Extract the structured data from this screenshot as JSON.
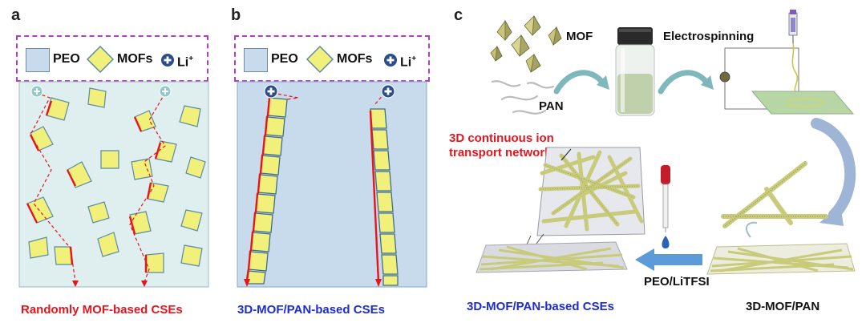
{
  "panels": {
    "a": {
      "letter": "a",
      "legend": {
        "peo": "PEO",
        "mofs": "MOFs",
        "li": "Li",
        "li_sup": "+"
      },
      "caption": "Randomly MOF-based CSEs"
    },
    "b": {
      "letter": "b",
      "legend": {
        "peo": "PEO",
        "mofs": "MOFs",
        "li": "Li",
        "li_sup": "+"
      },
      "caption": "3D-MOF/PAN-based CSEs"
    },
    "c": {
      "letter": "c",
      "labels": {
        "mof": "MOF",
        "pan": "PAN",
        "electrospinning": "Electrospinning",
        "network_line1": "3D continuous ion",
        "network_line2": "transport network",
        "peo_litfsi": "PEO/LiTFSI",
        "caption_left": "3D-MOF/PAN-based CSEs",
        "caption_right": "3D-MOF/PAN"
      }
    }
  },
  "colors": {
    "peo_fill": "#c8dbec",
    "peo_fill_light": "#dfeeee",
    "mof_fill": "#f1f07a",
    "mof_stroke": "#5a8aa6",
    "li_ion": "#2d4c8c",
    "path_red": "#e8141c",
    "caption_red": "#e8141c",
    "caption_blue": "#1c2bd6",
    "legend_border": "#b13fc2",
    "fiber": "#c8cb7a",
    "arrow_blue": "#5a9bd8"
  }
}
